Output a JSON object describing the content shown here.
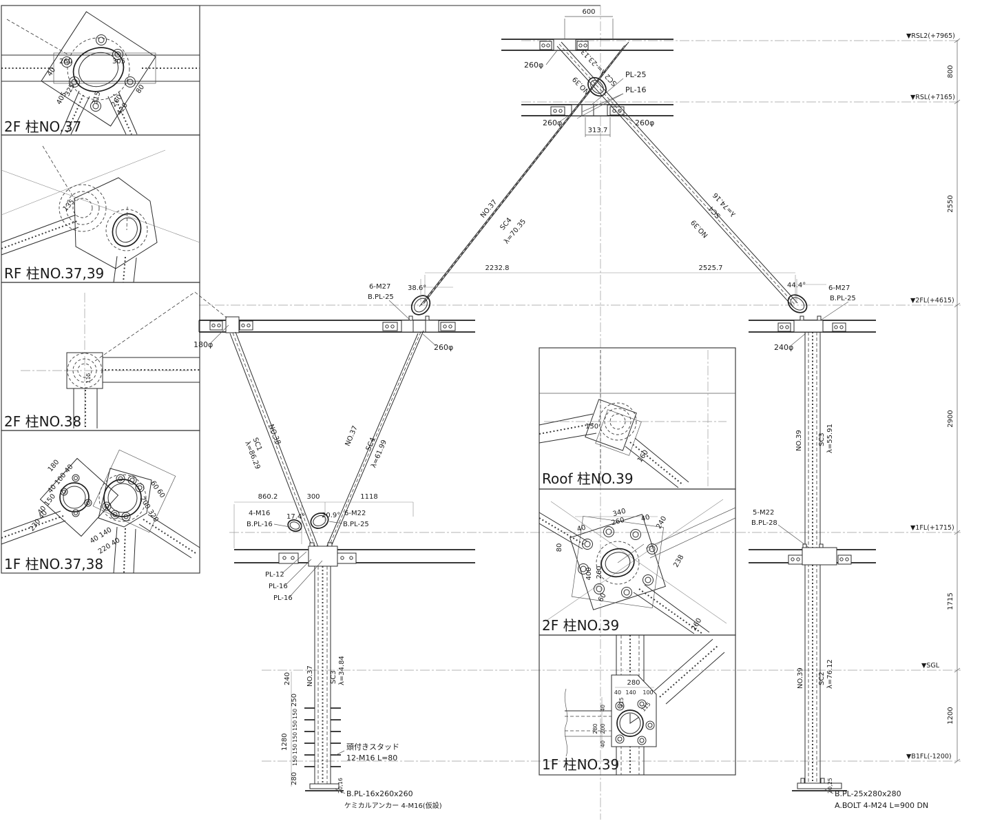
{
  "left_panels": {
    "p1": {
      "title": "2F 柱NO.37",
      "d260": "260",
      "d305": "305",
      "d325": "325",
      "d405": "405",
      "d315": "315",
      "d260b": "260",
      "d420": "420",
      "d80": "80",
      "d40": "40"
    },
    "p2": {
      "title": "RF 柱NO.37,39",
      "d135": "135"
    },
    "p3": {
      "title": "2F 柱NO.38",
      "d115": "115"
    },
    "p4": {
      "title": "1F 柱NO.37,38",
      "dtop": "180",
      "dtopr": "40 100 40",
      "dl1": "40 150",
      "dl2": "230 40",
      "db1": "40 140",
      "db2": "220 40",
      "dr1": "200 320",
      "dr2": "60",
      "dr3": "60"
    }
  },
  "elevation": {
    "dim600": "600",
    "dim3137": "313.7",
    "dim22328": "2232.8",
    "dim25257": "2525.7",
    "apex_pipe": "260φ",
    "apex_no": "NO.39",
    "apex_sc": "SC2 λ=-23.13",
    "pl25": "PL-25",
    "pl16": "PL-16",
    "rsl_pipe_l": "260φ",
    "rsl_pipe_r": "260φ",
    "b37u_no": "NO.37",
    "b37u_sc": "SC4",
    "b37u_lam": "λ=70.35",
    "b39_no": "NO.39",
    "b39_sc": "SC4",
    "b39_lam": "λ=74.16",
    "fl2l_pipe": "180φ",
    "fl2m_bolt": "6-M27",
    "fl2m_bpl": "B.PL-25",
    "fl2m_ang": "38.6°",
    "fl2m_pipe": "260φ",
    "fl2r_ang": "44.4°",
    "fl2r_bolt": "6-M27",
    "fl2r_bpl": "B.PL-25",
    "fl2r_pipe": "240φ",
    "b38_no": "NO.38",
    "b38_sc": "SC1",
    "b38_lam": "λ=86.29",
    "b37l_no": "NO.37",
    "b37l_sc": "SC4",
    "b37l_lam": "λ=61.99",
    "vj_dim1": "860.2",
    "vj_dim2": "300",
    "vj_dim3": "1118",
    "vj_ang1": "17.4°",
    "vj_ang2": "20.9°",
    "vj_bolt1": "4-M16",
    "vj_bpl1": "B.PL-16",
    "vj_bolt2": "6-M22",
    "vj_bpl2": "B.PL-25",
    "vj_pl12": "PL-12",
    "vj_pl16a": "PL-16",
    "vj_pl16b": "PL-16",
    "c37_no": "NO.37",
    "c37_sc": "SC3",
    "c37_lam": "λ=34.84",
    "c37_d240": "240",
    "c37_d250": "250",
    "c37_d150": "150",
    "c37_d1280": "1280",
    "c37_d280": "280",
    "c37_d2016": "20,16",
    "c37_stud1": "頭付きスタッド",
    "c37_stud2": "12-M16 L=80",
    "c37_base1": "B.PL-16x260x260",
    "c37_base2": "ケミカルアンカー 4-M16(仮設)",
    "c39u_no": "NO.39",
    "c39u_sc": "SC3",
    "c39u_lam": "λ=55.91",
    "fl1r_bolt": "5-M22",
    "fl1r_bpl": "B.PL-28",
    "c39l_no": "NO.39",
    "c39l_sc": "SC2",
    "c39l_lam": "λ=76.12",
    "c39_d2025": "20,25",
    "c39_base1": "B.PL-25x280x280",
    "c39_base2": "A.BOLT 4-M24 L=900 DN"
  },
  "right_panels": {
    "roof": {
      "title": "Roof 柱NO.39",
      "d150": "150",
      "d160": "160"
    },
    "f2": {
      "title": "2F 柱NO.39",
      "d340": "340",
      "d260": "260",
      "d40a": "40",
      "d40b": "40",
      "d240": "240",
      "d80": "80",
      "d400": "400",
      "d260b": "260",
      "d238": "238",
      "d60": "60",
      "d260c": "260"
    },
    "f1": {
      "title": "1F 柱NO.39",
      "d280": "280",
      "d40a": "40",
      "d140": "140",
      "d100": "100",
      "d315": "315",
      "d115": "115",
      "d40l": "40",
      "d200": "200",
      "d280l": "280",
      "d40l2": "40"
    }
  },
  "levels": {
    "rsl2": "▼RSL2(+7965)",
    "rsl": "▼RSL(+7165)",
    "fl2": "▼2FL(+4615)",
    "fl1": "▼1FL(+1715)",
    "sgl": "▼SGL",
    "b1fl": "▼B1FL(-1200)",
    "d800": "800",
    "d2550": "2550",
    "d2900": "2900",
    "d1715": "1715",
    "d1200": "1200"
  }
}
